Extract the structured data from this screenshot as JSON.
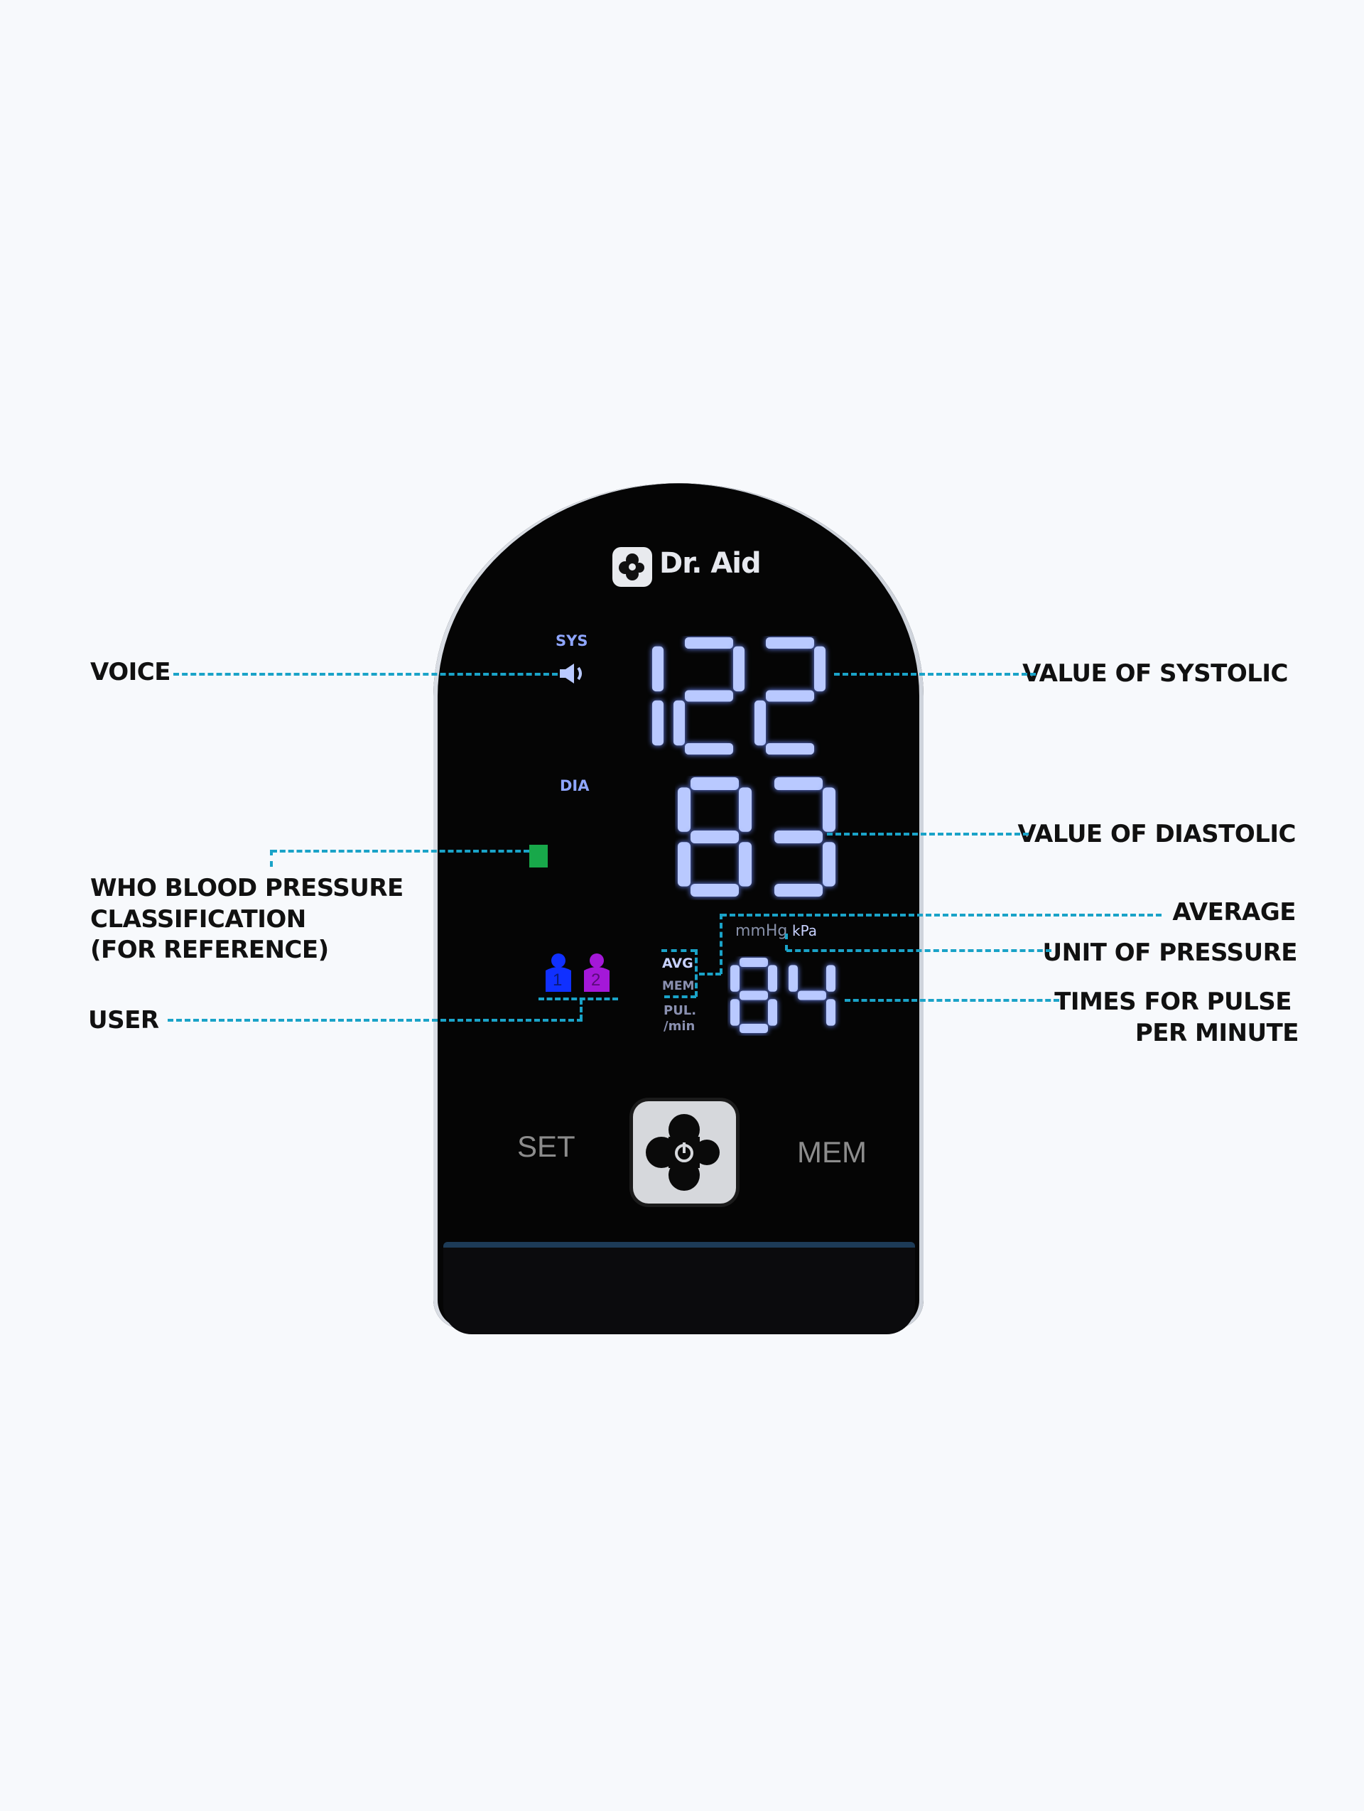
{
  "brand": {
    "name": "Dr. Aid"
  },
  "display": {
    "sys_label": "SYS",
    "dia_label": "DIA",
    "systolic": "122",
    "diastolic": "83",
    "pulse": "84",
    "unit_mmhg": "mmHg",
    "unit_kpa": "kPa",
    "avg_label": "AVG",
    "mem_label": "MEM",
    "pul_label": "PUL.",
    "per_min_label": "/min",
    "user1": "1",
    "user2": "2",
    "who_indicator_color": "#18a84a",
    "segment_color": "#b9c9ff"
  },
  "buttons": {
    "set": "SET",
    "mem": "MEM",
    "power_icon": "power-icon"
  },
  "annotations": {
    "voice": "VOICE",
    "who_line1": "WHO BLOOD PRESSURE",
    "who_line2": "CLASSIFICATION",
    "who_line3": "(FOR REFERENCE)",
    "user": "USER",
    "systolic": "VALUE OF SYSTOLIC",
    "diastolic": "VALUE OF DIASTOLIC",
    "average": "AVERAGE",
    "unit": "UNIT OF PRESSURE",
    "pulse_line1": "TIMES FOR PULSE",
    "pulse_line2": "PER MINUTE",
    "line_color": "#1aa3c8"
  }
}
